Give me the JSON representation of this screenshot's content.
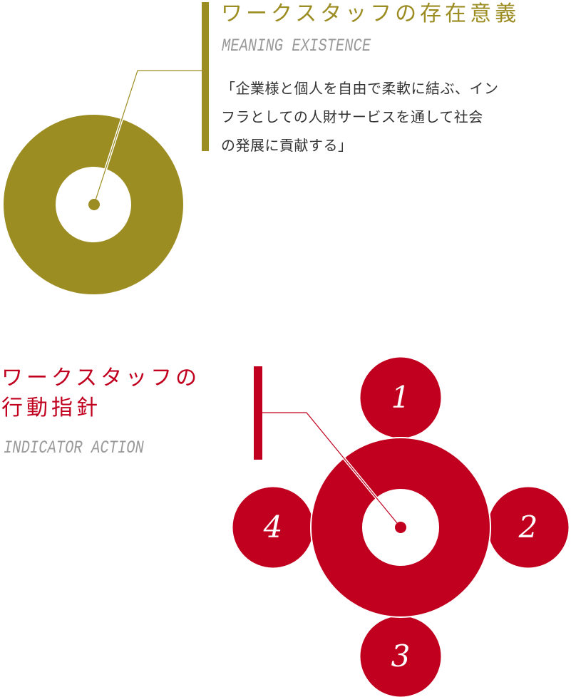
{
  "colors": {
    "gold": "#9c8d22",
    "red": "#c0001e",
    "subtitle_gray": "#9a9a9a",
    "body_text": "#333333"
  },
  "existence": {
    "title": "ワークスタッフの存在意義",
    "subtitle": "MEANING EXISTENCE",
    "body_lines": [
      "「企業様と個人を自由で柔軟に結ぶ、イン",
      "フラとしての人財サービスを通して社会",
      "の発展に貢献する」"
    ]
  },
  "action": {
    "title_lines": [
      "ワークスタッフの",
      "行動指針"
    ],
    "subtitle": "INDICATOR ACTION",
    "items": [
      {
        "number": "1"
      },
      {
        "number": "2"
      },
      {
        "number": "3"
      },
      {
        "number": "4"
      }
    ]
  }
}
